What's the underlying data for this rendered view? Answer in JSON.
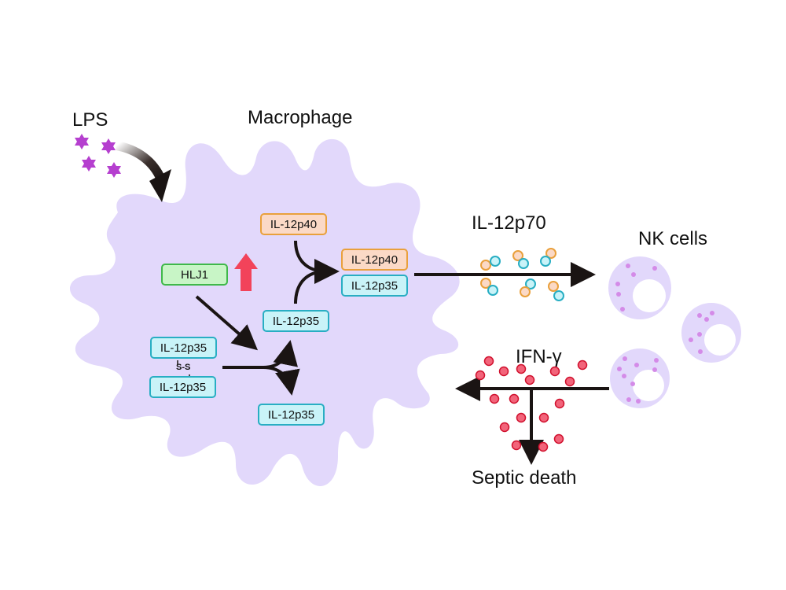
{
  "labels": {
    "lps": "LPS",
    "macrophage": "Macrophage",
    "il12p70": "IL-12p70",
    "nk_cells": "NK cells",
    "ifn_gamma": "IFN-γ",
    "septic_death": "Septic death",
    "disulfide": "S-S"
  },
  "boxes": {
    "hlj1": "HLJ1",
    "p40_top": "IL-12p40",
    "p40_complex": "IL-12p40",
    "p35_complex": "IL-12p35",
    "p35_mid": "IL-12p35",
    "p35_dimer_a": "IL-12p35",
    "p35_dimer_b": "IL-12p35",
    "p35_bottom": "IL-12p35"
  },
  "colors": {
    "cell": "#e2d8fb",
    "lps_star": "#b53fcf",
    "upregulation_arrow": "#f2435a",
    "p35_fill": "#c9f3f8",
    "p35_border": "#28aec3",
    "p40_fill": "#fbd9c6",
    "p40_border": "#e9a03c",
    "ifn_dot": "#f2647a",
    "nk_cell": "#e2d8fb",
    "nk_granule": "#d48be8"
  }
}
